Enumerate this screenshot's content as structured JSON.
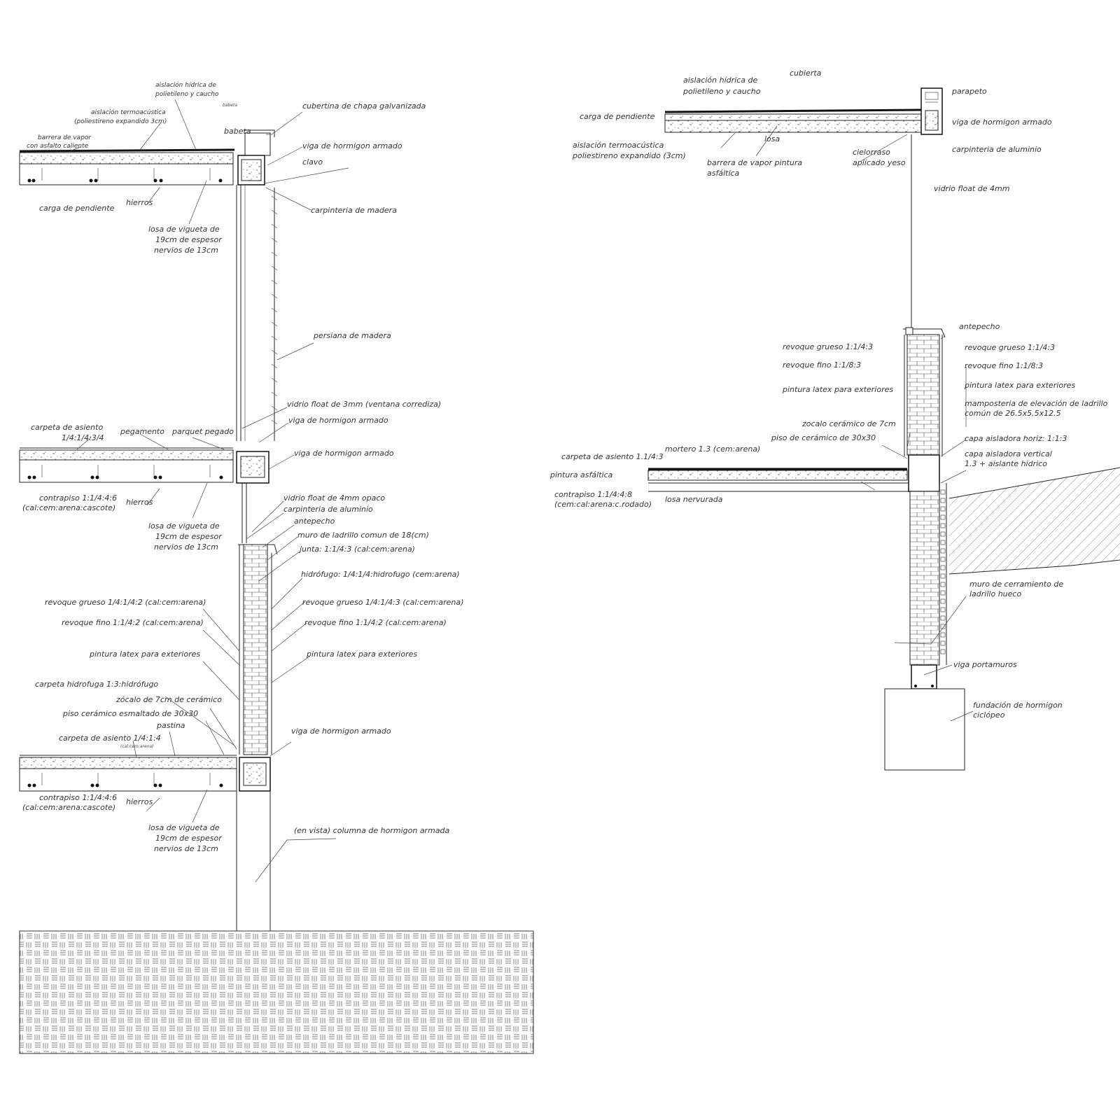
{
  "left_section": {
    "top": {
      "aislacion_hidrica": [
        "aislación hídrica de",
        "polietileno y caucho"
      ],
      "babeta_small": "babeta",
      "aislacion_termoacustica": [
        "aislación termoacústica",
        "(poliestireno expandido 3cm)"
      ],
      "barrera_vapor": [
        "barrera de vapor",
        "con asfalto caliente"
      ],
      "cubertina": "cubertina de chapa galvanizada",
      "babeta": "babeta",
      "viga_1": "viga de hormigon armado",
      "clavo": "clavo",
      "carga_pendiente": "carga de pendiente",
      "hierros": "hierros",
      "carpinteria_madera": "carpinteria de madera",
      "losa": [
        "losa de vigueta de",
        "19cm de espesor",
        "nervios de 13cm"
      ]
    },
    "window": {
      "persiana": "persiana de madera",
      "vidrio": "vidrio float de 3mm (ventana corrediza)",
      "viga": "viga de hormigon armado"
    },
    "mid": {
      "carpeta_asiento": [
        "carpeta de asiento",
        "1/4:1/4:3/4"
      ],
      "pegamento": "pegamento",
      "parquet": "parquet pegado",
      "viga": "viga de hormigon armado",
      "contrapiso": [
        "contrapiso 1:1/4:4:6",
        "(cal:cem:arena:cascote)"
      ],
      "hierros": "hierros",
      "losa": [
        "losa de vigueta de",
        "19cm de espesor",
        "nervios de 13cm"
      ]
    },
    "wall": {
      "vidrio": "vidrio float de 4mm opaco",
      "carpinteria": "carpinteria de aluminio",
      "antepecho": "antepecho",
      "muro": "muro de ladrillo comun de 18(cm)",
      "junta": "junta: 1:1/4:3  (cal:cem:arena)",
      "hidrofugo": "hidrófugo: 1/4:1/4:hidrofugo  (cem:arena)",
      "revoque_grueso_l": "revoque grueso 1/4:1/4:2  (cal:cem:arena)",
      "revoque_grueso_r": "revoque grueso 1/4:1/4:3  (cal:cem:arena)",
      "revoque_fino_l": "revoque fino 1:1/4:2  (cal:cem:arena)",
      "revoque_fino_r": "revoque fino 1:1/4:2  (cal:cem:arena)",
      "pintura_l": "pintura latex para exteriores",
      "pintura_r": "pintura latex para exteriores"
    },
    "bottom": {
      "carpeta_hidrofuga": "carpeta hidrofuga 1:3:hidrófugo",
      "zocalo": "zócalo de 7cm de cerámico",
      "piso": "piso cerámico esmaltado de 30x30",
      "pastina": "pastina",
      "carpeta_asiento": "carpeta de asiento 1/4:1:4",
      "tiny_note": "(cal:cem:arena)",
      "viga": "viga de hormigon armado",
      "contrapiso": [
        "contrapiso 1:1/4:4:6",
        "(cal:cem:arena:cascote)"
      ],
      "hierros": "hierros",
      "losa": [
        "losa de vigueta de",
        "19cm de espesor",
        "nervios de 13cm"
      ],
      "columna": "(en vista) columna de hormigon armada"
    }
  },
  "right_section": {
    "cubierta": "cubierta",
    "aislacion_hidrica": [
      "aislación hídrica de",
      "polietileno y caucho"
    ],
    "parapeto": "parapeto",
    "carga_pendiente": "carga de pendiente",
    "viga": "viga de hormigon armado",
    "aislacion_termo": [
      "aislación termoacústica",
      "poliestireno expandido (3cm)"
    ],
    "losa": "losa",
    "barrera": [
      "barrera de vapor pintura",
      "asfáltica"
    ],
    "cielorraso": [
      "cielorraso",
      "aplicado yeso"
    ],
    "carpinteria": "carpinteria de aluminio",
    "vidrio": "vidrio float de 4mm",
    "antepecho": "antepecho",
    "revoque_grueso_l": "revoque grueso 1:1/4:3",
    "revoque_fino_l": "revoque fino 1:1/8:3",
    "pintura_l": "pintura latex para exteriores",
    "revoque_grueso_r": "revoque grueso 1:1/4:3",
    "revoque_fino_r": "revoque fino 1:1/8:3",
    "pintura_r": "pintura latex para exteriores",
    "mamposteria": [
      "mamposteria de elevación de ladrillo",
      "común de 26.5x5.5x12.5"
    ],
    "zocalo": "zocalo cerámico de 7cm",
    "piso": "piso de cerámico de 30x30",
    "capa_horiz": "capa aisladora horiz: 1:1:3",
    "mortero": "mortero 1.3 (cem:arena)",
    "carpeta": "carpeta de asiento 1.1/4:3",
    "capa_vert": [
      "capa aisladora vertical",
      "1.3 + aislante hidrico"
    ],
    "pintura_asf": "pintura asfáltica",
    "contrapiso": [
      "contrapiso 1:1/4:4:8",
      "(cem:cal:arena:c.rodado)"
    ],
    "losa_nervurada": "losa nervurada",
    "muro_cerramiento": [
      "muro de cerramiento de",
      "ladrillo hueco"
    ],
    "viga_portamuros": "viga portamuros",
    "fundacion": [
      "fundación de hormigon",
      "ciclópeo"
    ]
  }
}
